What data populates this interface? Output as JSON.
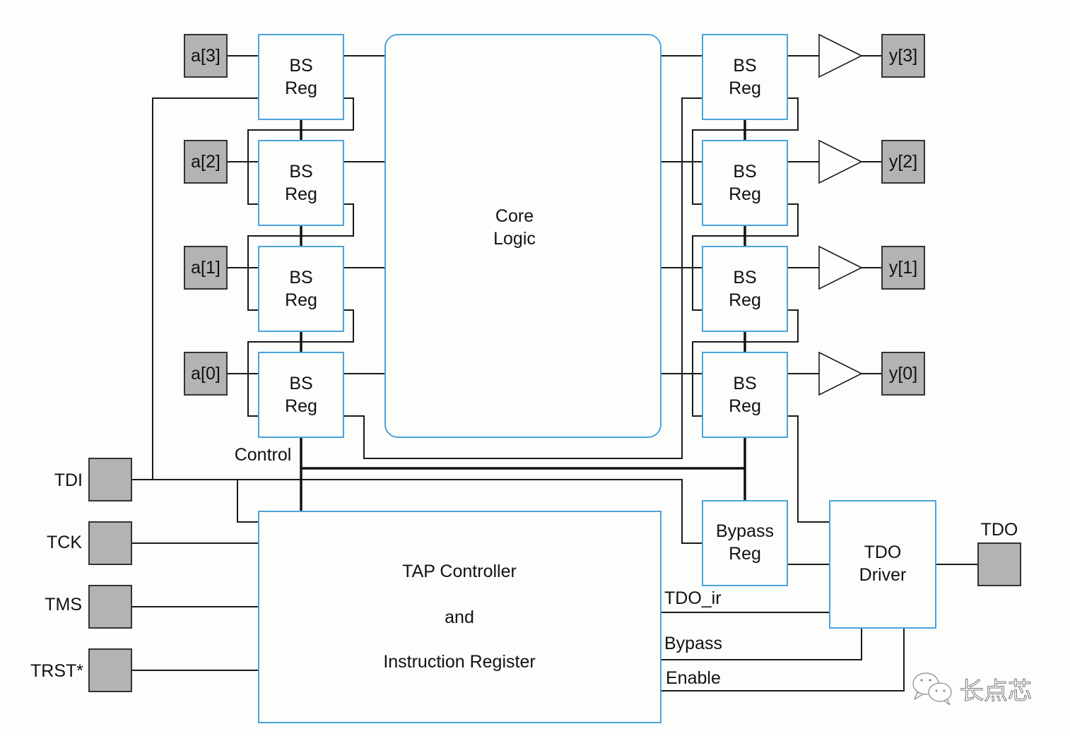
{
  "diagram": {
    "title": "JTAG Boundary Scan Architecture",
    "core": {
      "label_line1": "Core",
      "label_line2": "Logic"
    },
    "bs_reg": {
      "line1": "BS",
      "line2": "Reg"
    },
    "inputs": [
      "a[3]",
      "a[2]",
      "a[1]",
      "a[0]"
    ],
    "outputs": [
      "y[3]",
      "y[2]",
      "y[1]",
      "y[0]"
    ],
    "jtag_pins": [
      "TDI",
      "TCK",
      "TMS",
      "TRST*"
    ],
    "tdo_pin": "TDO",
    "control_label": "Control",
    "bypass_reg": {
      "line1": "Bypass",
      "line2": "Reg"
    },
    "tdo_driver": {
      "line1": "TDO",
      "line2": "Driver"
    },
    "tap": {
      "line1": "TAP Controller",
      "line2": "and",
      "line3": "Instruction Register"
    },
    "signals": {
      "tdo_ir": "TDO_ir",
      "bypass": "Bypass",
      "enable": "Enable"
    },
    "watermark": "长点芯",
    "colors": {
      "block_border": "#4aa3dc",
      "pin_fill": "#b3b3b3",
      "wire": "#1a1a1a"
    }
  }
}
